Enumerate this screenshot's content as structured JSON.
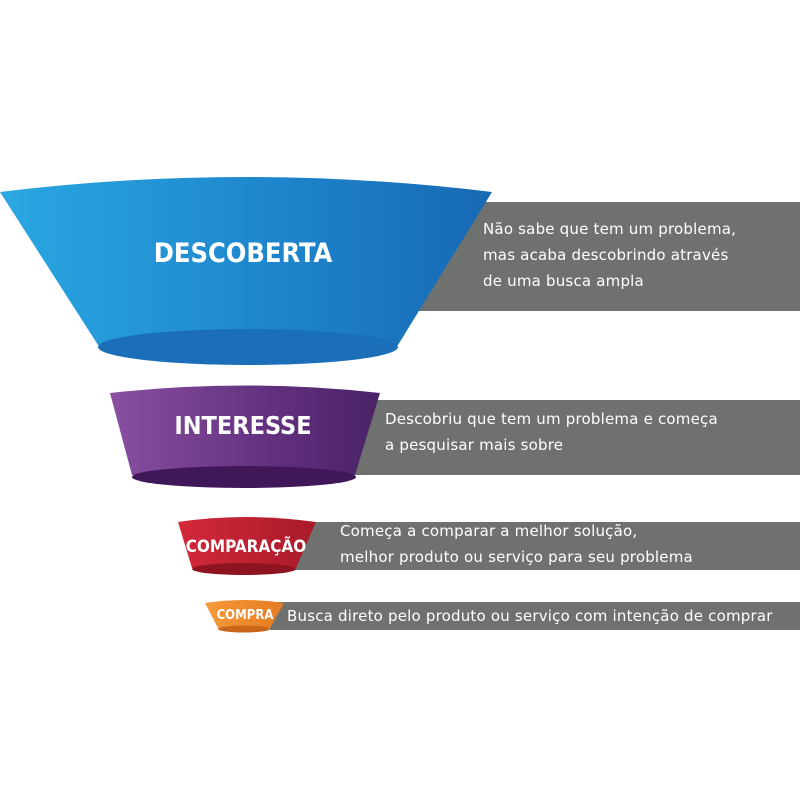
{
  "stages": [
    {
      "label": "DESCOBERTA",
      "description": [
        "Não sabe que tem um problema,",
        "mas acaba descobrindo através",
        "de uma busca ampla"
      ],
      "color": "#1f8fd4"
    },
    {
      "label": "INTERESSE",
      "description": [
        "Descobriu que tem um problema e começa",
        "a pesquisar mais sobre"
      ],
      "color": "#5f2d7c"
    },
    {
      "label": "COMPARAÇÃO",
      "description": [
        "Começa a comparar a melhor solução,",
        "melhor produto ou serviço para seu problema"
      ],
      "color": "#c0212f"
    },
    {
      "label": "COMPRA",
      "description": [
        "Busca direto pelo produto ou serviço com intenção de comprar"
      ],
      "color": "#ef8a2e"
    }
  ],
  "colors": {
    "description_bar": "#6f716f",
    "text": "#ffffff"
  }
}
